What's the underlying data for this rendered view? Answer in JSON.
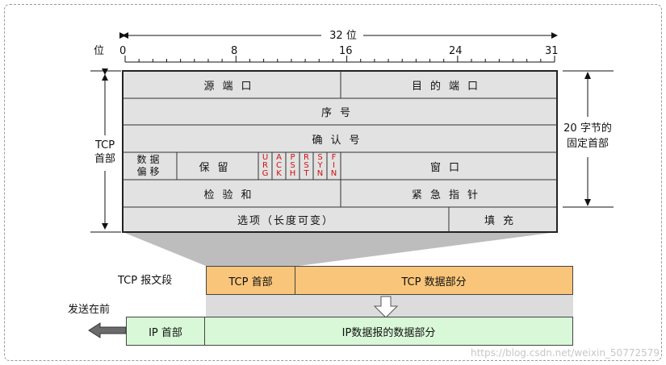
{
  "scale": {
    "bits_label": "32 位",
    "wei_label": "位",
    "ticks": [
      "0",
      "8",
      "16",
      "24",
      "31"
    ]
  },
  "header": {
    "left_label": "TCP\n首部",
    "right_label": "20 字节的\n固定首部",
    "rows": {
      "src_port": "源端口",
      "dst_port": "目的端口",
      "seq": "序号",
      "ack": "确认号",
      "data_offset": "数据\n偏移",
      "reserved": "保留",
      "flags": [
        "URG",
        "ACK",
        "PSH",
        "RST",
        "SYN",
        "FIN"
      ],
      "window": "窗口",
      "checksum": "检验和",
      "urgent": "紧急指针",
      "options": "选项（长度可变）",
      "padding": "填充"
    }
  },
  "segment": {
    "label": "TCP 报文段",
    "header_box": "TCP 首部",
    "data_box": "TCP 数据部分"
  },
  "ip": {
    "send_label": "发送在前",
    "header_box": "IP 首部",
    "data_box": "IP数据报的数据部分"
  },
  "colors": {
    "field_fill": "#e2e2e2",
    "tcp_box": "#f9c57a",
    "ip_box": "#d8f8d8",
    "flag_text": "#d11010"
  },
  "watermark": "https://blog.csdn.net/weixin_50772579"
}
